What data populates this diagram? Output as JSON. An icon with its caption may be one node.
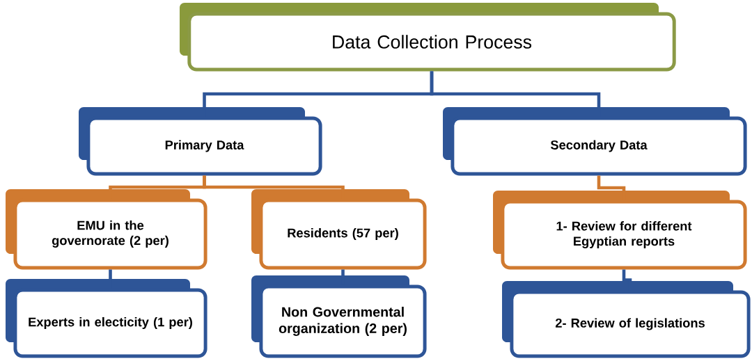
{
  "diagram": {
    "nodes": [
      {
        "text": [
          "Data Collection Process"
        ]
      },
      {
        "text": [
          "Primary Data"
        ]
      },
      {
        "text": [
          "Secondary Data"
        ]
      },
      {
        "text": [
          "EMU in the governorate (2 per)"
        ]
      },
      {
        "text": [
          "Residents (57 per)"
        ]
      },
      {
        "text": [
          "1- Review for different Egyptian reports"
        ]
      },
      {
        "text": [
          "Experts in electicity (1 per)"
        ]
      },
      {
        "text": [
          "Non Governmental organization (2 per)"
        ]
      },
      {
        "text": [
          "2- Review of legislations"
        ]
      }
    ],
    "edges": [
      {
        "from": 0,
        "to": 1,
        "arrow": "none"
      },
      {
        "from": 0,
        "to": 2,
        "arrow": "none"
      },
      {
        "from": 1,
        "to": 3,
        "arrow": "none",
        "color": "#d07a30"
      },
      {
        "from": 1,
        "to": 4,
        "arrow": "none",
        "color": "#d07a30"
      },
      {
        "from": 2,
        "to": 5,
        "arrow": "none",
        "color": "#d07a30"
      },
      {
        "from": 3,
        "to": 6,
        "arrow": "none"
      },
      {
        "from": 4,
        "to": 7,
        "arrow": "none"
      },
      {
        "from": 5,
        "to": 8,
        "arrow": "none"
      }
    ]
  }
}
